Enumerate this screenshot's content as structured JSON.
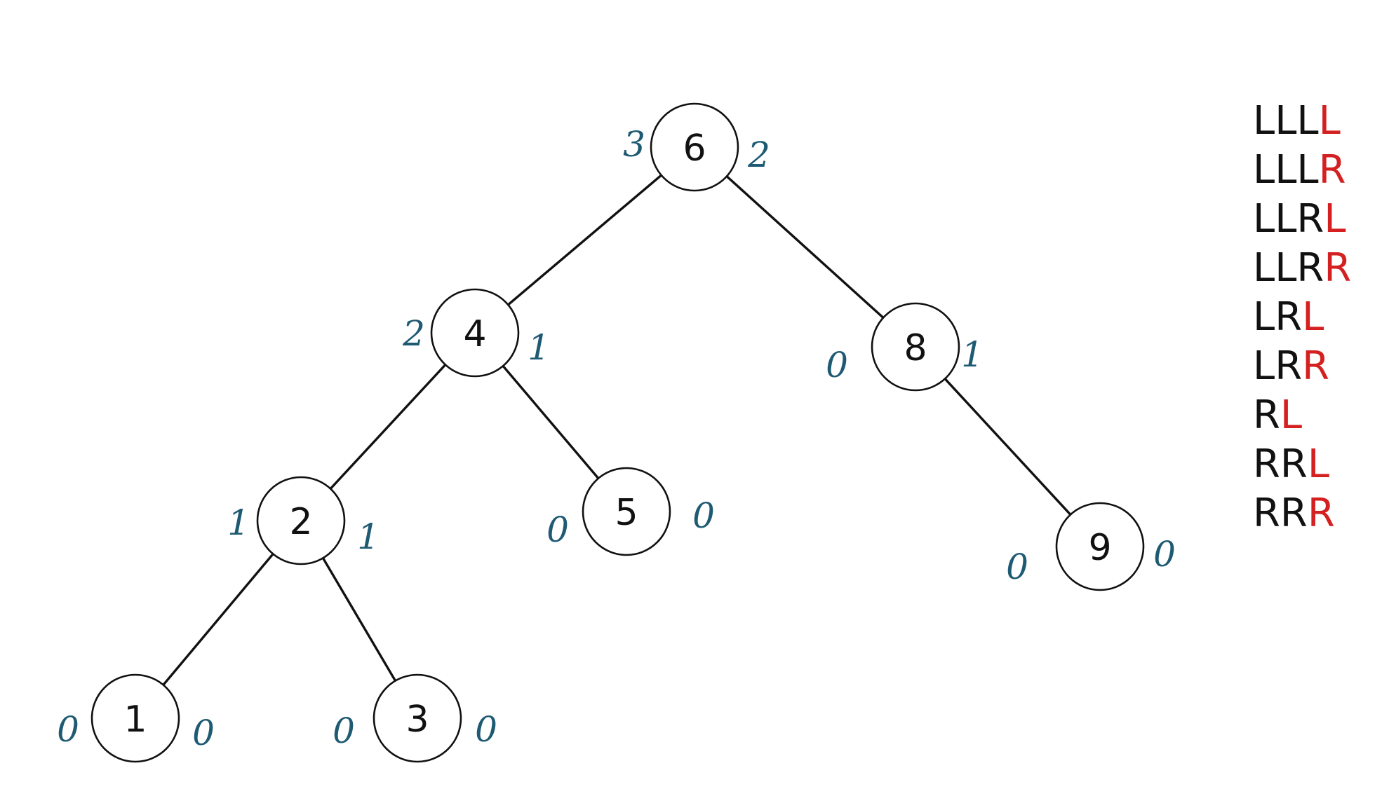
{
  "colors": {
    "node_stroke": "#111111",
    "edge": "#111111",
    "height_label": "#1f5a73",
    "legend_text": "#111111",
    "legend_highlight": "#d42020"
  },
  "tree": {
    "nodes": [
      {
        "id": "n6",
        "value": "6",
        "left_height": "3",
        "right_height": "2"
      },
      {
        "id": "n4",
        "value": "4",
        "left_height": "2",
        "right_height": "1"
      },
      {
        "id": "n8",
        "value": "8",
        "left_height": "0",
        "right_height": "1"
      },
      {
        "id": "n2",
        "value": "2",
        "left_height": "1",
        "right_height": "1"
      },
      {
        "id": "n5",
        "value": "5",
        "left_height": "0",
        "right_height": "0"
      },
      {
        "id": "n9",
        "value": "9",
        "left_height": "0",
        "right_height": "0"
      },
      {
        "id": "n1",
        "value": "1",
        "left_height": "0",
        "right_height": "0"
      },
      {
        "id": "n3",
        "value": "3",
        "left_height": "0",
        "right_height": "0"
      }
    ],
    "edges": [
      {
        "from": "n6",
        "to": "n4"
      },
      {
        "from": "n6",
        "to": "n8"
      },
      {
        "from": "n4",
        "to": "n2"
      },
      {
        "from": "n4",
        "to": "n5"
      },
      {
        "from": "n8",
        "to": "n9"
      },
      {
        "from": "n2",
        "to": "n1"
      },
      {
        "from": "n2",
        "to": "n3"
      }
    ]
  },
  "legend": {
    "rows": [
      {
        "prefix": "LLL",
        "last": "L"
      },
      {
        "prefix": "LLL",
        "last": "R"
      },
      {
        "prefix": "LLR",
        "last": "L"
      },
      {
        "prefix": "LLR",
        "last": "R"
      },
      {
        "prefix": "LR",
        "last": "L"
      },
      {
        "prefix": "LR",
        "last": "R"
      },
      {
        "prefix": "R",
        "last": "L"
      },
      {
        "prefix": "RR",
        "last": "L"
      },
      {
        "prefix": "RR",
        "last": "R"
      }
    ]
  }
}
